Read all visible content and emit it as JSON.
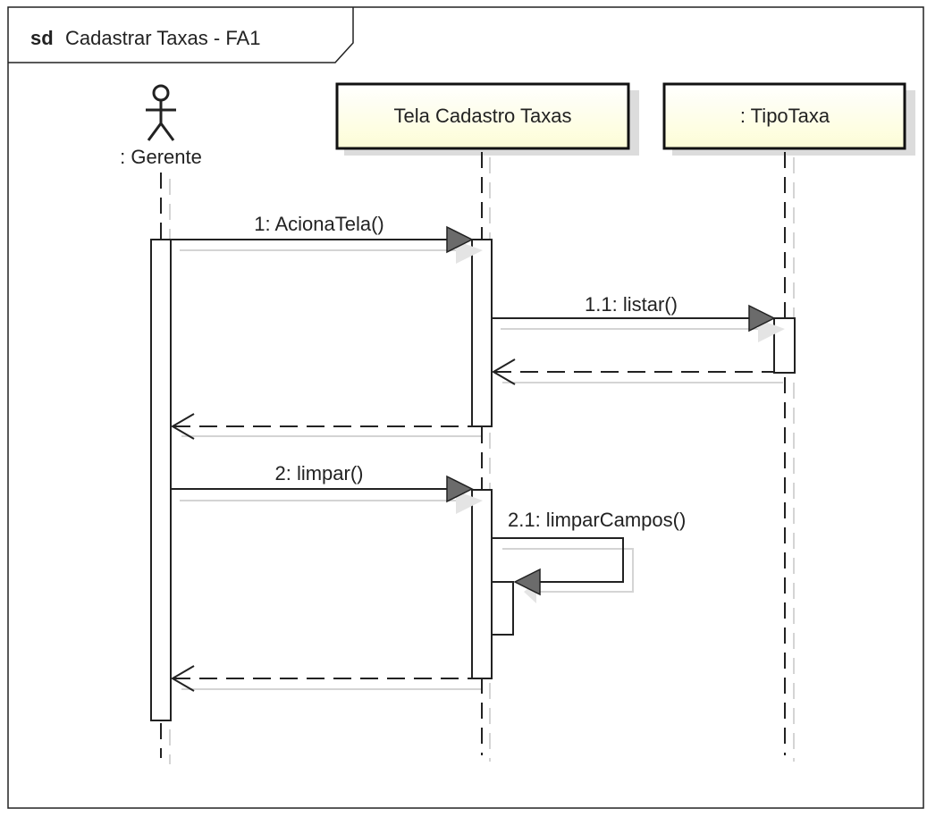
{
  "frame": {
    "keyword": "sd",
    "title": "Cadastrar Taxas - FA1"
  },
  "participants": [
    {
      "id": "gerente",
      "label": ": Gerente",
      "kind": "actor"
    },
    {
      "id": "tela",
      "label": "Tela Cadastro Taxas",
      "kind": "object"
    },
    {
      "id": "tipotaxa",
      "label": ": TipoTaxa",
      "kind": "object"
    }
  ],
  "messages": [
    {
      "id": "m1",
      "label": "1: AcionaTela()",
      "from": "gerente",
      "to": "tela",
      "kind": "call"
    },
    {
      "id": "m1_1",
      "label": "1.1: listar()",
      "from": "tela",
      "to": "tipotaxa",
      "kind": "call"
    },
    {
      "id": "r1_1",
      "label": "",
      "from": "tipotaxa",
      "to": "tela",
      "kind": "return"
    },
    {
      "id": "r1",
      "label": "",
      "from": "tela",
      "to": "gerente",
      "kind": "return"
    },
    {
      "id": "m2",
      "label": "2: limpar()",
      "from": "gerente",
      "to": "tela",
      "kind": "call"
    },
    {
      "id": "m2_1",
      "label": "2.1: limparCampos()",
      "from": "tela",
      "to": "tela",
      "kind": "self-call"
    },
    {
      "id": "r2",
      "label": "",
      "from": "tela",
      "to": "gerente",
      "kind": "return"
    }
  ],
  "colors": {
    "object_fill": "#fefee0",
    "line": "#222222",
    "shadow": "#d4d4d4",
    "arrowhead": "#6b6b6b"
  }
}
